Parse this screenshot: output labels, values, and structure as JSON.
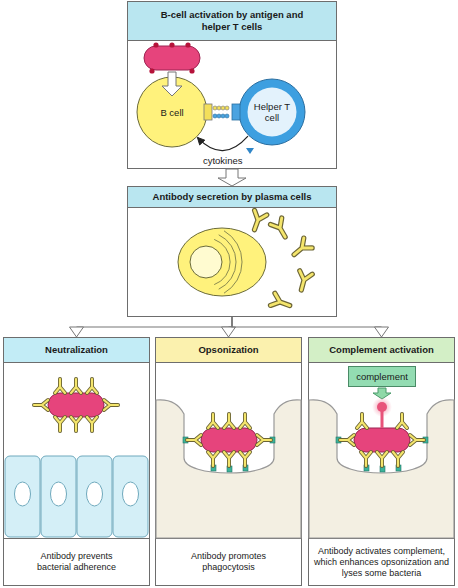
{
  "diagram": {
    "nodes": [
      {
        "text": [
          "B-cell activation by antigen and helper T cells"
        ]
      },
      {
        "text": [
          "B cell"
        ],
        "in": 0
      },
      {
        "text": [
          "Helper T cell"
        ],
        "in": 0
      },
      {
        "text": [
          "Antibody secretion by plasma cells"
        ]
      },
      {
        "text": [
          "Neutralization",
          "Antibody prevents bacterial adherence"
        ]
      },
      {
        "text": [
          "Opsonization",
          "Antibody promotes phagocytosis"
        ]
      },
      {
        "text": [
          "Complement activation",
          "Antibody activates complement, which enhances opsonization and lyses some bacteria"
        ]
      },
      {
        "text": [
          "complement"
        ],
        "in": 6
      }
    ],
    "edges": [
      {
        "from": 2,
        "to": 1,
        "arrow": "to",
        "label": "cytokines"
      },
      {
        "from": 0,
        "to": 3,
        "arrow": "to"
      },
      {
        "from": 3,
        "to": 4,
        "arrow": "to"
      },
      {
        "from": 3,
        "to": 5,
        "arrow": "to"
      },
      {
        "from": 3,
        "to": 6,
        "arrow": "to"
      }
    ]
  }
}
